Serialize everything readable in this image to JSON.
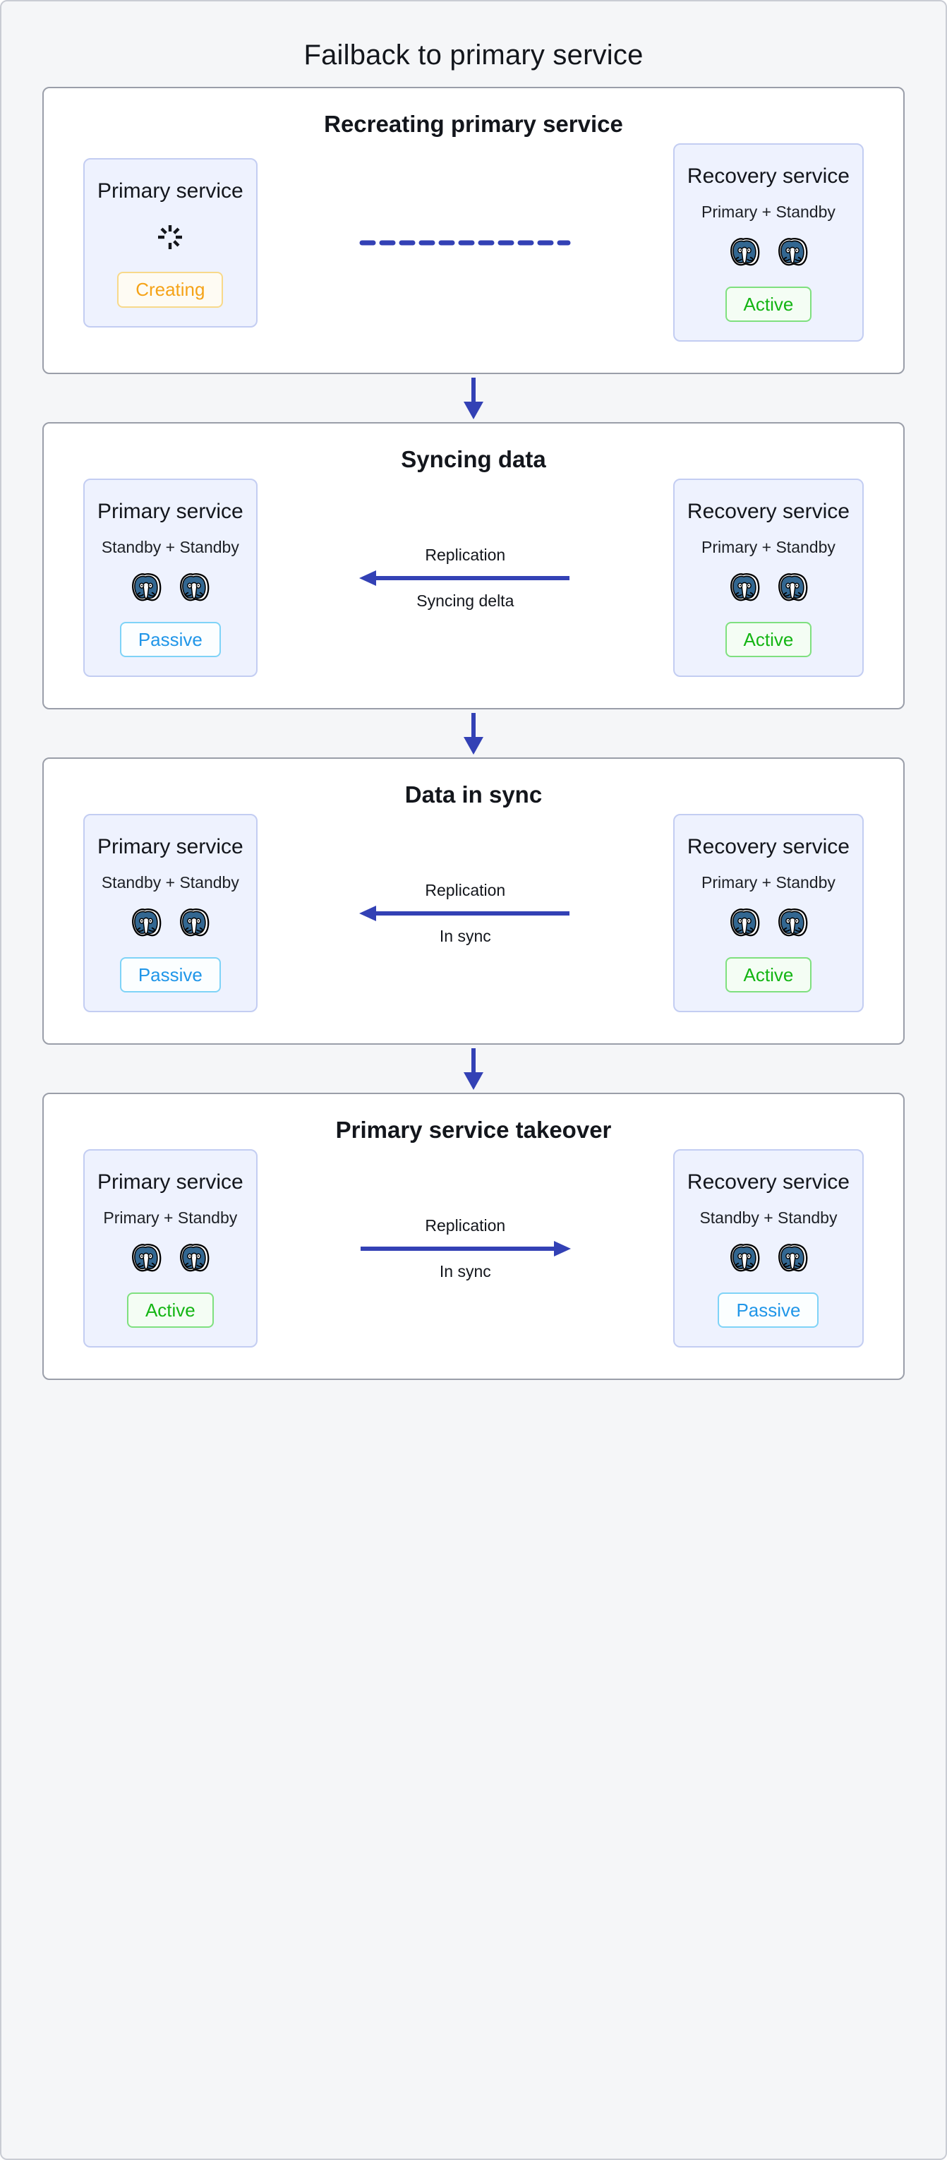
{
  "page": {
    "title": "Failback to primary service"
  },
  "colors": {
    "accent_blue": "#3341b5",
    "card_bg": "#eef2fe",
    "card_border": "#c3cdf2",
    "active_green": "#14b514",
    "passive_blue": "#2196e8",
    "creating_orange": "#f5a318",
    "panel_border": "#9a9ea9",
    "page_bg": "#f5f6f8",
    "postgres_blue": "#336791"
  },
  "icons": {
    "postgres": "postgres-elephant-icon",
    "spinner": "loading-spinner-icon",
    "arrow_down": "arrow-down-icon",
    "arrow_left": "arrow-left-icon",
    "arrow_right": "arrow-right-icon",
    "dashed_link": "dashed-connector-icon"
  },
  "stages": [
    {
      "id": "recreating",
      "title": "Recreating primary service",
      "left": {
        "name": "Primary service",
        "subtitle": "",
        "nodes": 0,
        "spinner": true,
        "badge": {
          "label": "Creating",
          "variant": "creating"
        }
      },
      "connector": {
        "kind": "dashed",
        "direction": "none",
        "label_top": "",
        "label_bottom": ""
      },
      "right": {
        "name": "Recovery service",
        "subtitle": "Primary + Standby",
        "nodes": 2,
        "spinner": false,
        "badge": {
          "label": "Active",
          "variant": "active"
        }
      }
    },
    {
      "id": "syncing",
      "title": "Syncing data",
      "left": {
        "name": "Primary service",
        "subtitle": "Standby + Standby",
        "nodes": 2,
        "spinner": false,
        "badge": {
          "label": "Passive",
          "variant": "passive"
        }
      },
      "connector": {
        "kind": "arrow",
        "direction": "left",
        "label_top": "Replication",
        "label_bottom": "Syncing delta"
      },
      "right": {
        "name": "Recovery service",
        "subtitle": "Primary + Standby",
        "nodes": 2,
        "spinner": false,
        "badge": {
          "label": "Active",
          "variant": "active"
        }
      }
    },
    {
      "id": "in-sync",
      "title": "Data in sync",
      "left": {
        "name": "Primary service",
        "subtitle": "Standby + Standby",
        "nodes": 2,
        "spinner": false,
        "badge": {
          "label": "Passive",
          "variant": "passive"
        }
      },
      "connector": {
        "kind": "arrow",
        "direction": "left",
        "label_top": "Replication",
        "label_bottom": "In sync"
      },
      "right": {
        "name": "Recovery service",
        "subtitle": "Primary + Standby",
        "nodes": 2,
        "spinner": false,
        "badge": {
          "label": "Active",
          "variant": "active"
        }
      }
    },
    {
      "id": "takeover",
      "title": "Primary service takeover",
      "left": {
        "name": "Primary service",
        "subtitle": "Primary + Standby",
        "nodes": 2,
        "spinner": false,
        "badge": {
          "label": "Active",
          "variant": "active"
        }
      },
      "connector": {
        "kind": "arrow",
        "direction": "right",
        "label_top": "Replication",
        "label_bottom": "In sync"
      },
      "right": {
        "name": "Recovery service",
        "subtitle": "Standby + Standby",
        "nodes": 2,
        "spinner": false,
        "badge": {
          "label": "Passive",
          "variant": "passive"
        }
      }
    }
  ]
}
